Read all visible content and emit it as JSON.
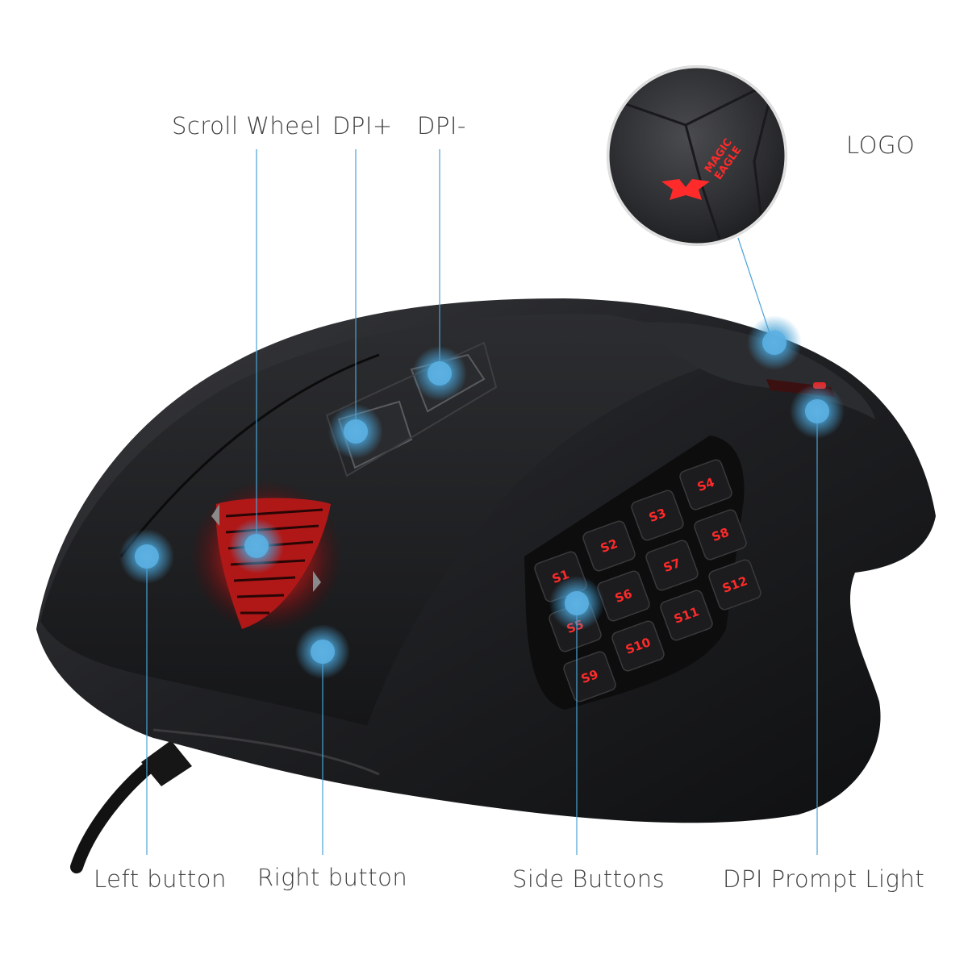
{
  "labels": {
    "scroll_wheel": "Scroll Wheel",
    "dpi_plus": "DPI+",
    "dpi_minus": "DPI-",
    "logo": "LOGO",
    "left_button": "Left button",
    "right_button": "Right button",
    "side_buttons": "Side Buttons",
    "dpi_prompt_light": "DPI Prompt Light"
  },
  "logo_text": [
    "MAGIC",
    "EAGLE"
  ],
  "side_keys": [
    "S1",
    "S2",
    "S3",
    "S4",
    "S5",
    "S6",
    "S7",
    "S8",
    "S9",
    "S10",
    "S11",
    "S12"
  ],
  "colors": {
    "callout": "#4aa3d6",
    "led_red": "#ff2a2a",
    "mouse_body": "#1b1c1e",
    "label_text": "#3f3f3f"
  }
}
